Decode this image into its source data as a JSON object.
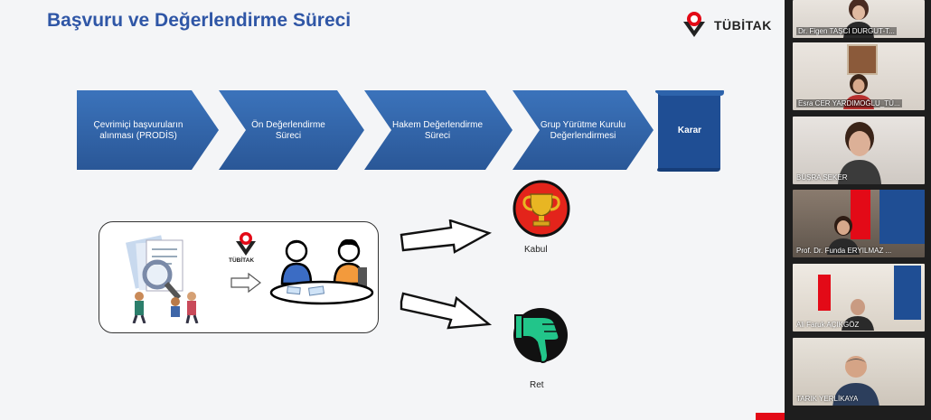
{
  "slide": {
    "title": "Başvuru ve Değerlendirme Süreci",
    "logo_text": "TÜBİTAK",
    "steps": [
      {
        "line1": "Çevrimiçi başvuruların",
        "line2": "alınması (PRODİS)"
      },
      {
        "line1": "Ön Değerlendirme",
        "line2": "Süreci"
      },
      {
        "line1": "Hakem Değerlendirme",
        "line2": "Süreci"
      },
      {
        "line1": "Grup Yürütme Kurulu",
        "line2": "Değerlendirmesi"
      },
      {
        "line1": "Karar",
        "line2": ""
      }
    ],
    "mini_logo_text": "TÜBİTAK",
    "accept_label": "Kabul",
    "reject_label": "Ret"
  },
  "colors": {
    "step_blue": "#2e62a8",
    "karar_blue": "#1f4e94",
    "title_blue": "#2f56a6",
    "accept_red": "#e3241b",
    "reject_green": "#22c58a",
    "brand_red": "#e30a17"
  },
  "participants": [
    {
      "name": "Dr. Figen TAŞCI DURGUT-T..."
    },
    {
      "name": "Esra CER YARDIMOĞLU_TÜ..."
    },
    {
      "name": "BÜŞRA ŞEKER"
    },
    {
      "name": "Prof. Dr. Funda ERYILMAZ ..."
    },
    {
      "name": "Ali Faruk AÇIKGÖZ"
    },
    {
      "name": "TARIK YERLİKAYA"
    }
  ]
}
